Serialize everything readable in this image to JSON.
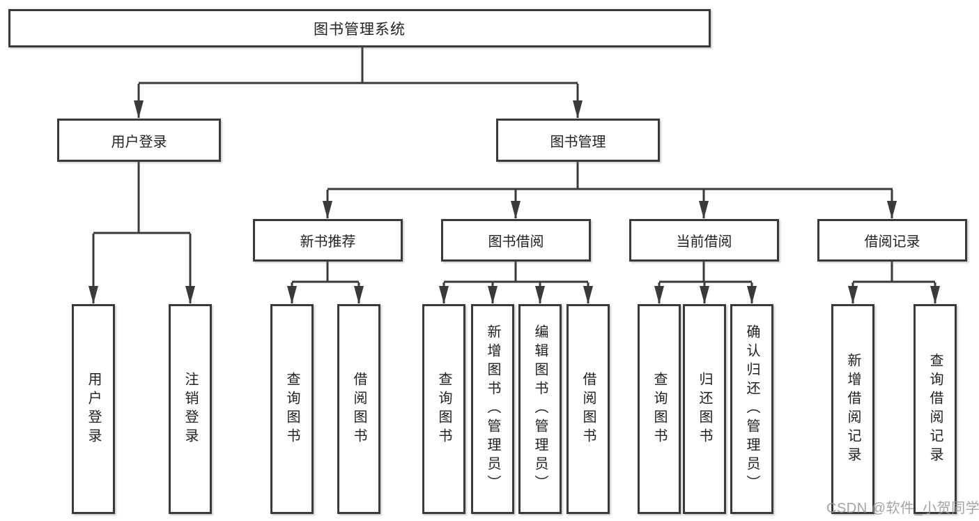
{
  "diagram_type": "hierarchy-tree",
  "colors": {
    "line": "#3a3a3a",
    "border": "#3a3a3a",
    "text": "#212121",
    "background": "#ffffff",
    "watermark": "#969696"
  },
  "watermark": {
    "text": "CSDN @软件_小贺同学"
  },
  "tree": {
    "label": "图书管理系统",
    "children": [
      {
        "label": "用户登录",
        "children": [
          {
            "label": "用户登录"
          },
          {
            "label": "注销登录"
          }
        ]
      },
      {
        "label": "图书管理",
        "children": [
          {
            "label": "新书推荐",
            "children": [
              {
                "label": "查询图书"
              },
              {
                "label": "借阅图书"
              }
            ]
          },
          {
            "label": "图书借阅",
            "children": [
              {
                "label": "查询图书"
              },
              {
                "label": "新增图书（管理员）"
              },
              {
                "label": "编辑图书（管理员）"
              },
              {
                "label": "借阅图书"
              }
            ]
          },
          {
            "label": "当前借阅",
            "children": [
              {
                "label": "查询图书"
              },
              {
                "label": "归还图书"
              },
              {
                "label": "确认归还（管理员）"
              }
            ]
          },
          {
            "label": "借阅记录",
            "children": [
              {
                "label": "新增借阅记录"
              },
              {
                "label": "查询借阅记录"
              }
            ]
          }
        ]
      }
    ]
  }
}
